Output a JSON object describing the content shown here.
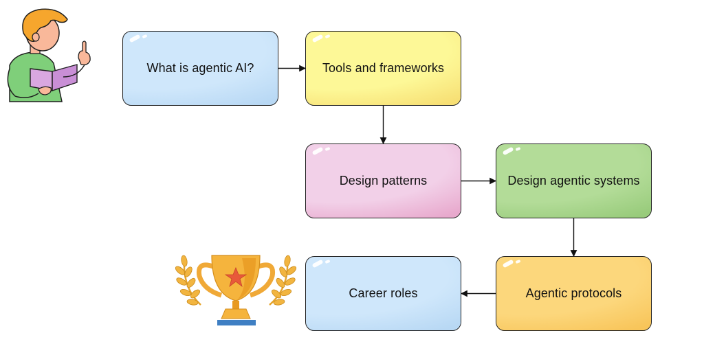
{
  "diagram": {
    "nodes": [
      {
        "id": "what-is-agentic-ai",
        "label": "What is agentic AI?",
        "fill": "#cfe7fb",
        "shade": "#b8d8f4"
      },
      {
        "id": "tools-and-frameworks",
        "label": "Tools and frameworks",
        "fill": "#fdf897",
        "shade": "#f7df74"
      },
      {
        "id": "design-patterns",
        "label": "Design patterns",
        "fill": "#f2d0e8",
        "shade": "#e8a9cd"
      },
      {
        "id": "design-agentic-systems",
        "label": "Design agentic systems",
        "fill": "#b3dc98",
        "shade": "#98cb7b"
      },
      {
        "id": "agentic-protocols",
        "label": "Agentic protocols",
        "fill": "#fcd77c",
        "shade": "#f8c55a"
      },
      {
        "id": "career-roles",
        "label": "Career roles",
        "fill": "#cfe7fb",
        "shade": "#b8d8f4"
      }
    ],
    "edges": [
      {
        "from": "what-is-agentic-ai",
        "to": "tools-and-frameworks"
      },
      {
        "from": "tools-and-frameworks",
        "to": "design-patterns"
      },
      {
        "from": "design-patterns",
        "to": "design-agentic-systems"
      },
      {
        "from": "design-agentic-systems",
        "to": "agentic-protocols"
      },
      {
        "from": "agentic-protocols",
        "to": "career-roles"
      }
    ],
    "illustrations": [
      {
        "name": "person-reading-book-icon"
      },
      {
        "name": "trophy-with-laurels-icon"
      }
    ],
    "colors": {
      "stroke": "#1f1f1f",
      "arrow": "#111111"
    }
  }
}
